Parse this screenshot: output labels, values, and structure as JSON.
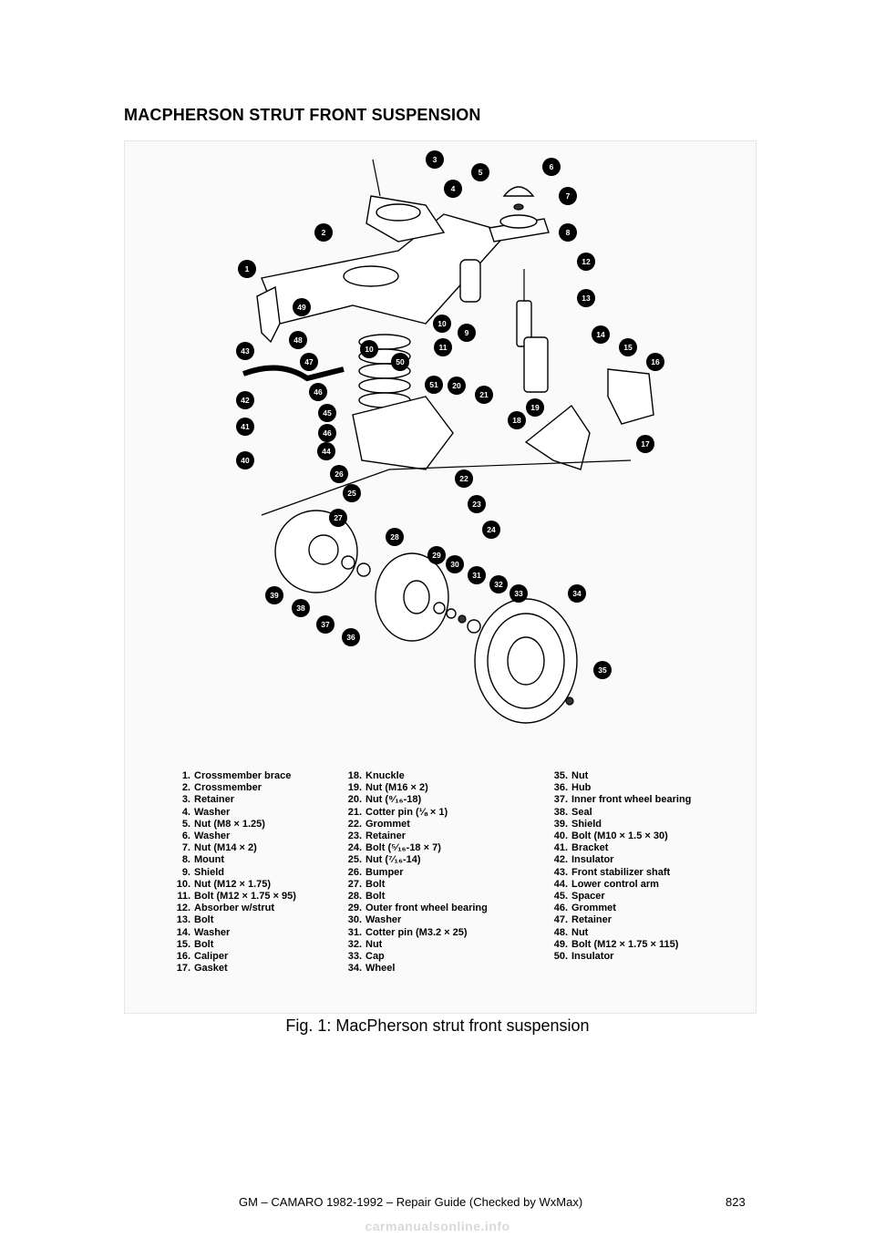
{
  "document": {
    "title": "MACPHERSON STRUT FRONT SUSPENSION",
    "caption": "Fig. 1: MacPherson strut front suspension",
    "footer": "GM – CAMARO 1982-1992 – Repair Guide (Checked by WxMax)",
    "page_number": "823",
    "watermark": "carmanualsonline.info"
  },
  "diagram": {
    "callouts": [
      "1",
      "2",
      "3",
      "4",
      "5",
      "6",
      "7",
      "8",
      "9",
      "10",
      "10",
      "11",
      "12",
      "13",
      "14",
      "15",
      "16",
      "17",
      "18",
      "19",
      "20",
      "21",
      "22",
      "23",
      "24",
      "25",
      "26",
      "27",
      "28",
      "29",
      "30",
      "31",
      "32",
      "33",
      "34",
      "35",
      "36",
      "37",
      "38",
      "39",
      "40",
      "41",
      "42",
      "43",
      "44",
      "45",
      "46",
      "46",
      "47",
      "48",
      "49",
      "50",
      "51"
    ]
  },
  "legend": {
    "col1": [
      {
        "num": "1.",
        "text": "Crossmember brace"
      },
      {
        "num": "2.",
        "text": "Crossmember"
      },
      {
        "num": "3.",
        "text": "Retainer"
      },
      {
        "num": "4.",
        "text": "Washer"
      },
      {
        "num": "5.",
        "text": "Nut (M8 × 1.25)"
      },
      {
        "num": "6.",
        "text": "Washer"
      },
      {
        "num": "7.",
        "text": "Nut (M14 × 2)"
      },
      {
        "num": "8.",
        "text": "Mount"
      },
      {
        "num": "9.",
        "text": "Shield"
      },
      {
        "num": "10.",
        "text": "Nut (M12 × 1.75)"
      },
      {
        "num": "11.",
        "text": "Bolt (M12 × 1.75 × 95)"
      },
      {
        "num": "12.",
        "text": "Absorber w/strut"
      },
      {
        "num": "13.",
        "text": "Bolt"
      },
      {
        "num": "14.",
        "text": "Washer"
      },
      {
        "num": "15.",
        "text": "Bolt"
      },
      {
        "num": "16.",
        "text": "Caliper"
      },
      {
        "num": "17.",
        "text": "Gasket"
      }
    ],
    "col2": [
      {
        "num": "18.",
        "text": "Knuckle"
      },
      {
        "num": "19.",
        "text": "Nut (M16 × 2)"
      },
      {
        "num": "20.",
        "text": "Nut (⁹⁄₁₆-18)"
      },
      {
        "num": "21.",
        "text": "Cotter pin (⅛ × 1)"
      },
      {
        "num": "22.",
        "text": "Grommet"
      },
      {
        "num": "23.",
        "text": "Retainer"
      },
      {
        "num": "24.",
        "text": "Bolt (⁵⁄₁₆-18 × 7)"
      },
      {
        "num": "25.",
        "text": "Nut (⁷⁄₁₆-14)"
      },
      {
        "num": "26.",
        "text": "Bumper"
      },
      {
        "num": "27.",
        "text": "Bolt"
      },
      {
        "num": "28.",
        "text": "Bolt"
      },
      {
        "num": "29.",
        "text": "Outer front wheel bearing"
      },
      {
        "num": "30.",
        "text": "Washer"
      },
      {
        "num": "31.",
        "text": "Cotter pin (M3.2 × 25)"
      },
      {
        "num": "32.",
        "text": "Nut"
      },
      {
        "num": "33.",
        "text": "Cap"
      },
      {
        "num": "34.",
        "text": "Wheel"
      }
    ],
    "col3": [
      {
        "num": "35.",
        "text": "Nut"
      },
      {
        "num": "36.",
        "text": "Hub"
      },
      {
        "num": "37.",
        "text": "Inner front wheel bearing"
      },
      {
        "num": "38.",
        "text": "Seal"
      },
      {
        "num": "39.",
        "text": "Shield"
      },
      {
        "num": "40.",
        "text": "Bolt (M10 × 1.5 × 30)"
      },
      {
        "num": "41.",
        "text": "Bracket"
      },
      {
        "num": "42.",
        "text": "Insulator"
      },
      {
        "num": "43.",
        "text": "Front stabilizer shaft"
      },
      {
        "num": "44.",
        "text": "Lower control arm"
      },
      {
        "num": "45.",
        "text": "Spacer"
      },
      {
        "num": "46.",
        "text": "Grommet"
      },
      {
        "num": "47.",
        "text": "Retainer"
      },
      {
        "num": "48.",
        "text": "Nut"
      },
      {
        "num": "49.",
        "text": "Bolt (M12 × 1.75 × 115)"
      },
      {
        "num": "50.",
        "text": "Insulator"
      }
    ]
  }
}
